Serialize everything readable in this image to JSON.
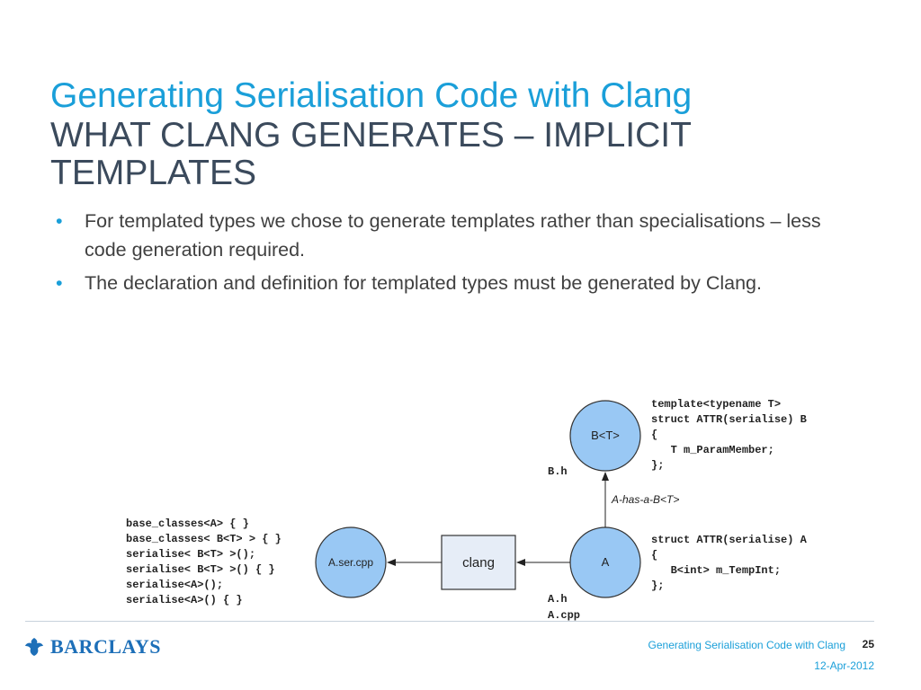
{
  "slide": {
    "title": "Generating Serialisation Code with Clang",
    "subtitle": "WHAT CLANG GENERATES – IMPLICIT TEMPLATES",
    "bullets": [
      "For templated types we chose to generate templates rather than specialisations – less code generation required.",
      "The declaration and definition for templated types must be generated by Clang."
    ]
  },
  "diagram": {
    "node_b": "B<T>",
    "node_a": "A",
    "node_clang": "clang",
    "node_ser": "A.ser.cpp",
    "file_b": "B.h",
    "file_a_h": "A.h",
    "file_a_cpp": "A.cpp",
    "edge_label": "A-has-a-B<T>",
    "code_b": [
      "template<typename T>",
      "struct ATTR(serialise) B",
      "{",
      "   T m_ParamMember;",
      "};"
    ],
    "code_a": [
      "struct ATTR(serialise) A",
      "{",
      "   B<int> m_TempInt;",
      "};"
    ],
    "code_ser": [
      "base_classes<A> { }",
      "base_classes< B<T> > { }",
      "serialise< B<T> >();",
      "serialise< B<T> >() { }",
      "serialise<A>();",
      "serialise<A>() { }"
    ]
  },
  "footer": {
    "brand": "BARCLAYS",
    "title": "Generating Serialisation Code with Clang",
    "page": "25",
    "date": "12-Apr-2012"
  },
  "colors": {
    "title": "#1a9fd9",
    "subtitle": "#3b4a5c",
    "node_fill": "#99c8f4",
    "box_fill": "#e6edf7",
    "brand": "#1d6fb8"
  },
  "icons": {
    "bullet": "bullet-dot-icon",
    "logo": "eagle-logo-icon"
  }
}
